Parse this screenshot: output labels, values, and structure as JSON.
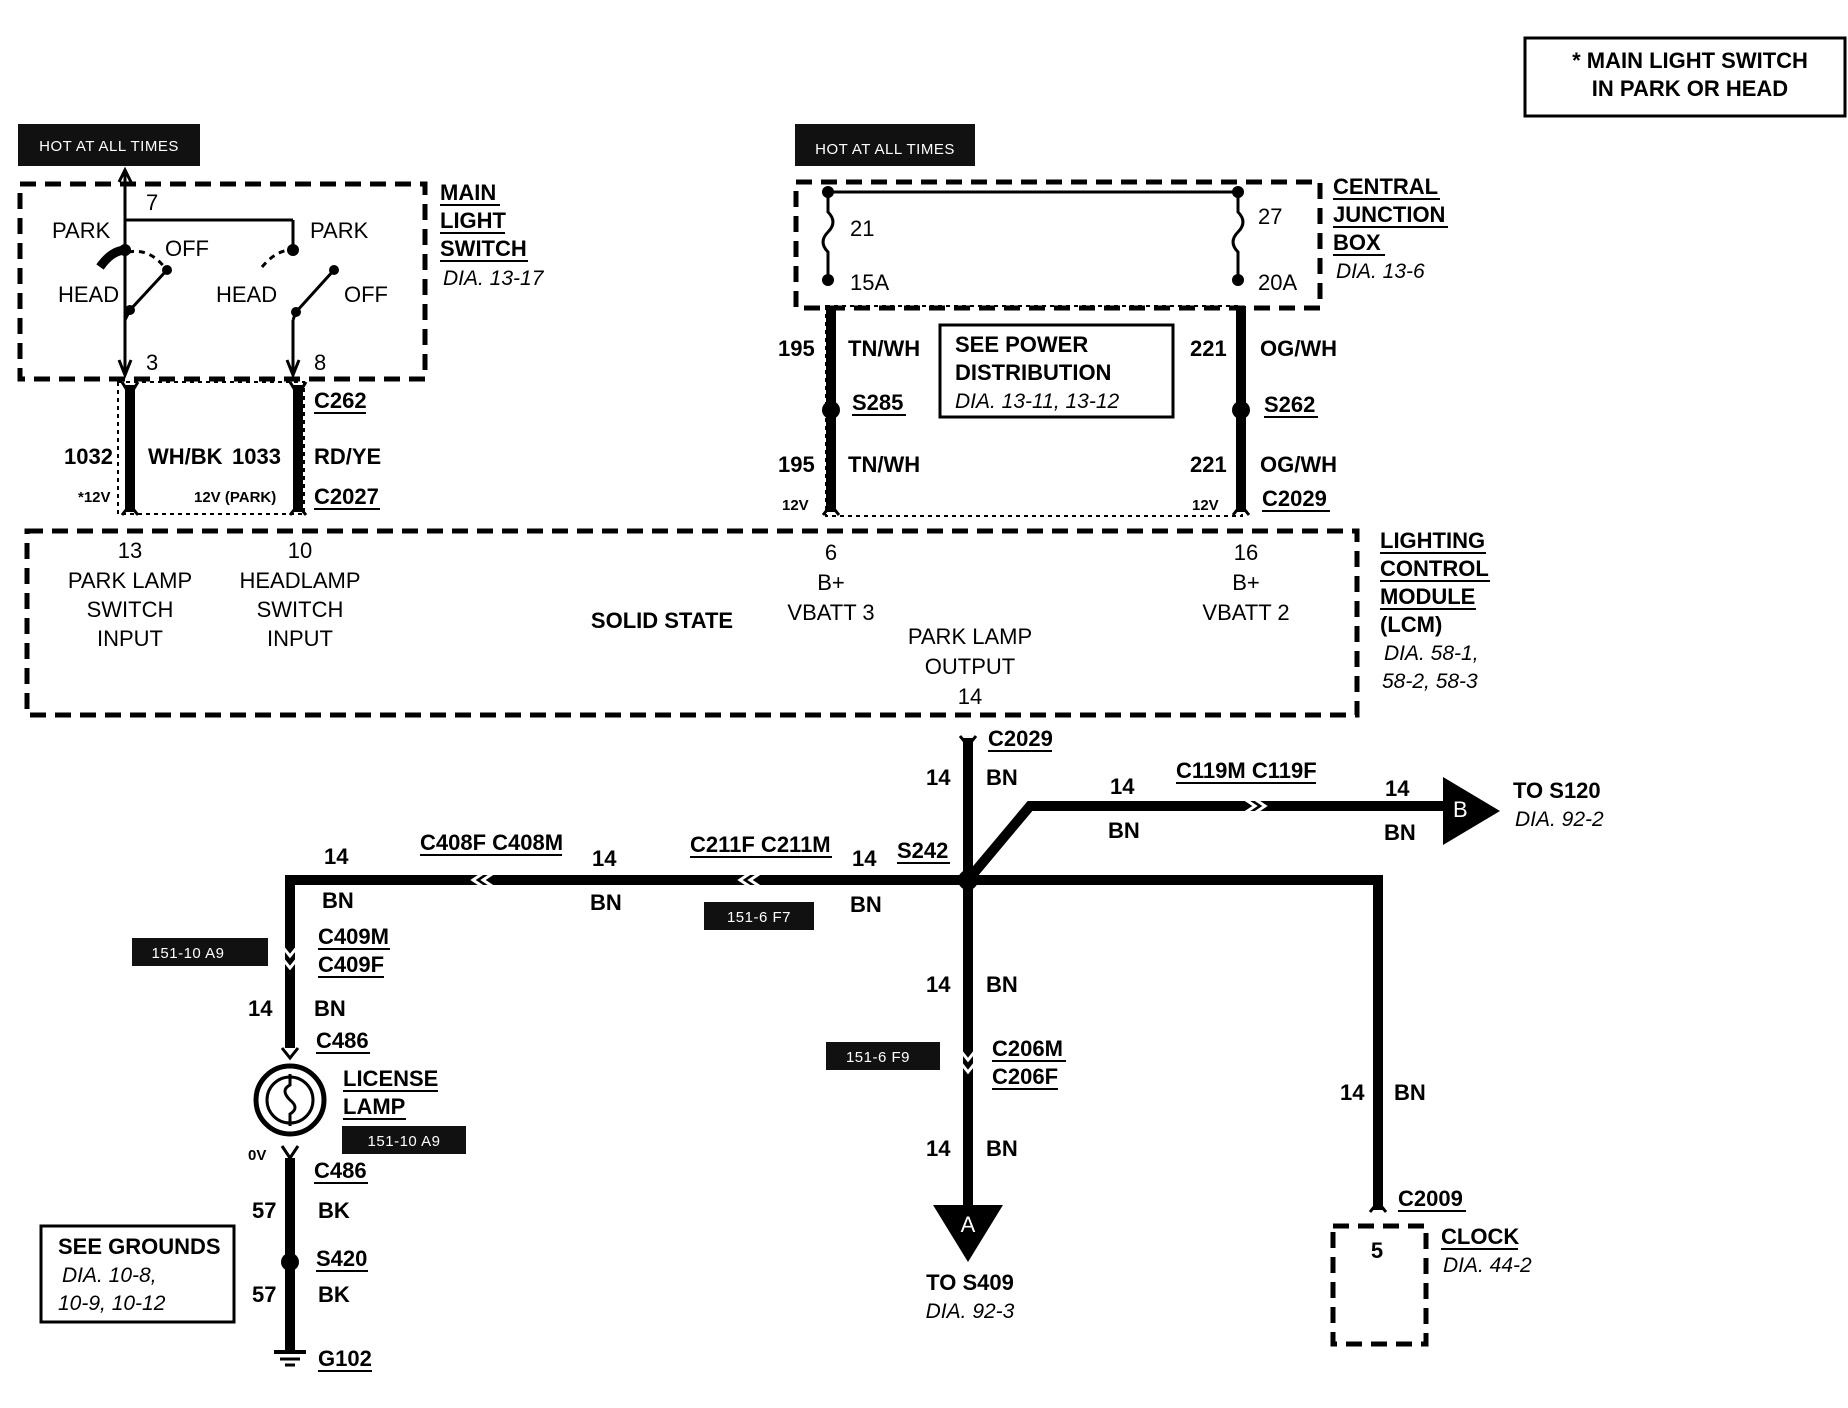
{
  "note_box": {
    "line1": "* MAIN LIGHT SWITCH",
    "line2": "IN PARK OR HEAD"
  },
  "hot_tags": {
    "left": "HOT AT ALL TIMES",
    "right": "HOT AT ALL TIMES"
  },
  "main_light_switch": {
    "title": [
      "MAIN",
      "LIGHT",
      "SWITCH"
    ],
    "dia": "DIA. 13-17",
    "park_left": "PARK",
    "off_left": "OFF",
    "head_left": "HEAD",
    "park_right": "PARK",
    "head_right": "HEAD",
    "off_right": "OFF",
    "pin_top": "7",
    "pin_left": "3",
    "pin_right": "8"
  },
  "central_junction_box": {
    "title": [
      "CENTRAL",
      "JUNCTION",
      "BOX"
    ],
    "dia": "DIA. 13-6",
    "fuse_left_num": "21",
    "fuse_left_amp": "15A",
    "fuse_right_num": "27",
    "fuse_right_amp": "20A"
  },
  "see_power": {
    "line1": "SEE POWER",
    "line2": "DISTRIBUTION",
    "dia": "DIA. 13-11, 13-12"
  },
  "wires_top": {
    "c262": "C262",
    "c2027": "C2027",
    "w1032": "1032",
    "whbk": "WH/BK",
    "w1033": "1033",
    "rdye": "RD/YE",
    "v12star": "*12V",
    "v12park": "12V (PARK)",
    "w195a": "195",
    "tnwh_a": "TN/WH",
    "s285": "S285",
    "w195b": "195",
    "tnwh_b": "TN/WH",
    "v12_l": "12V",
    "w221a": "221",
    "ogwh_a": "OG/WH",
    "s262": "S262",
    "w221b": "221",
    "ogwh_b": "OG/WH",
    "v12_r": "12V",
    "c2029_top": "C2029"
  },
  "lcm": {
    "title": [
      "LIGHTING",
      "CONTROL",
      "MODULE",
      "(LCM)"
    ],
    "dia1": "DIA. 58-1,",
    "dia2": "58-2, 58-3",
    "pin13": "13",
    "park_lamp_input": [
      "PARK LAMP",
      "SWITCH",
      "INPUT"
    ],
    "pin10": "10",
    "headlamp_input": [
      "HEADLAMP",
      "SWITCH",
      "INPUT"
    ],
    "solid_state": "SOLID STATE",
    "pin6": "6",
    "bplus1": "B+",
    "vbatt3": "VBATT 3",
    "pin16": "16",
    "bplus2": "B+",
    "vbatt2": "VBATT 2",
    "park_out": [
      "PARK LAMP",
      "OUTPUT"
    ],
    "pin14": "14"
  },
  "lower": {
    "c2029": "C2029",
    "g14_main": "14",
    "bn_main": "BN",
    "s242": "S242",
    "g14_b1": "14",
    "bn_b1": "BN",
    "c119": "C119M C119F",
    "g14_b2": "14",
    "bn_b2": "BN",
    "to_s120": "TO S120",
    "dia_s120": "DIA. 92-2",
    "conn_b": "B",
    "g14_l1": "14",
    "bn_l1": "BN",
    "c211": "C211F C211M",
    "g14_l2": "14",
    "bn_l2": "BN",
    "c408": "C408F C408M",
    "g14_l3": "14",
    "bn_l3": "BN",
    "tag_151_6_f7": "151-6 F7",
    "tag_151_10_a9a": "151-10 A9",
    "c409m": "C409M",
    "c409f": "C409F",
    "g14_lic": "14",
    "bn_lic": "BN",
    "c486a": "C486",
    "license": [
      "LICENSE",
      "LAMP"
    ],
    "tag_151_10_a9b": "151-10 A9",
    "ov": "0V",
    "c486b": "C486",
    "g57a": "57",
    "bka": "BK",
    "s420": "S420",
    "g57b": "57",
    "bkb": "BK",
    "g102": "G102",
    "see_grounds": "SEE GROUNDS",
    "grounds_dia1": "DIA. 10-8,",
    "grounds_dia2": "10-9, 10-12",
    "g14_d1": "14",
    "bn_d1": "BN",
    "tag_151_6_f9": "151-6 F9",
    "c206m": "C206M",
    "c206f": "C206F",
    "g14_d2": "14",
    "bn_d2": "BN",
    "conn_a": "A",
    "to_s409": "TO S409",
    "dia_s409": "DIA. 92-3",
    "g14_r": "14",
    "bn_r": "BN",
    "c2009": "C2009",
    "clock_pin": "5",
    "clock": "CLOCK",
    "dia_clock": "DIA. 44-2"
  }
}
